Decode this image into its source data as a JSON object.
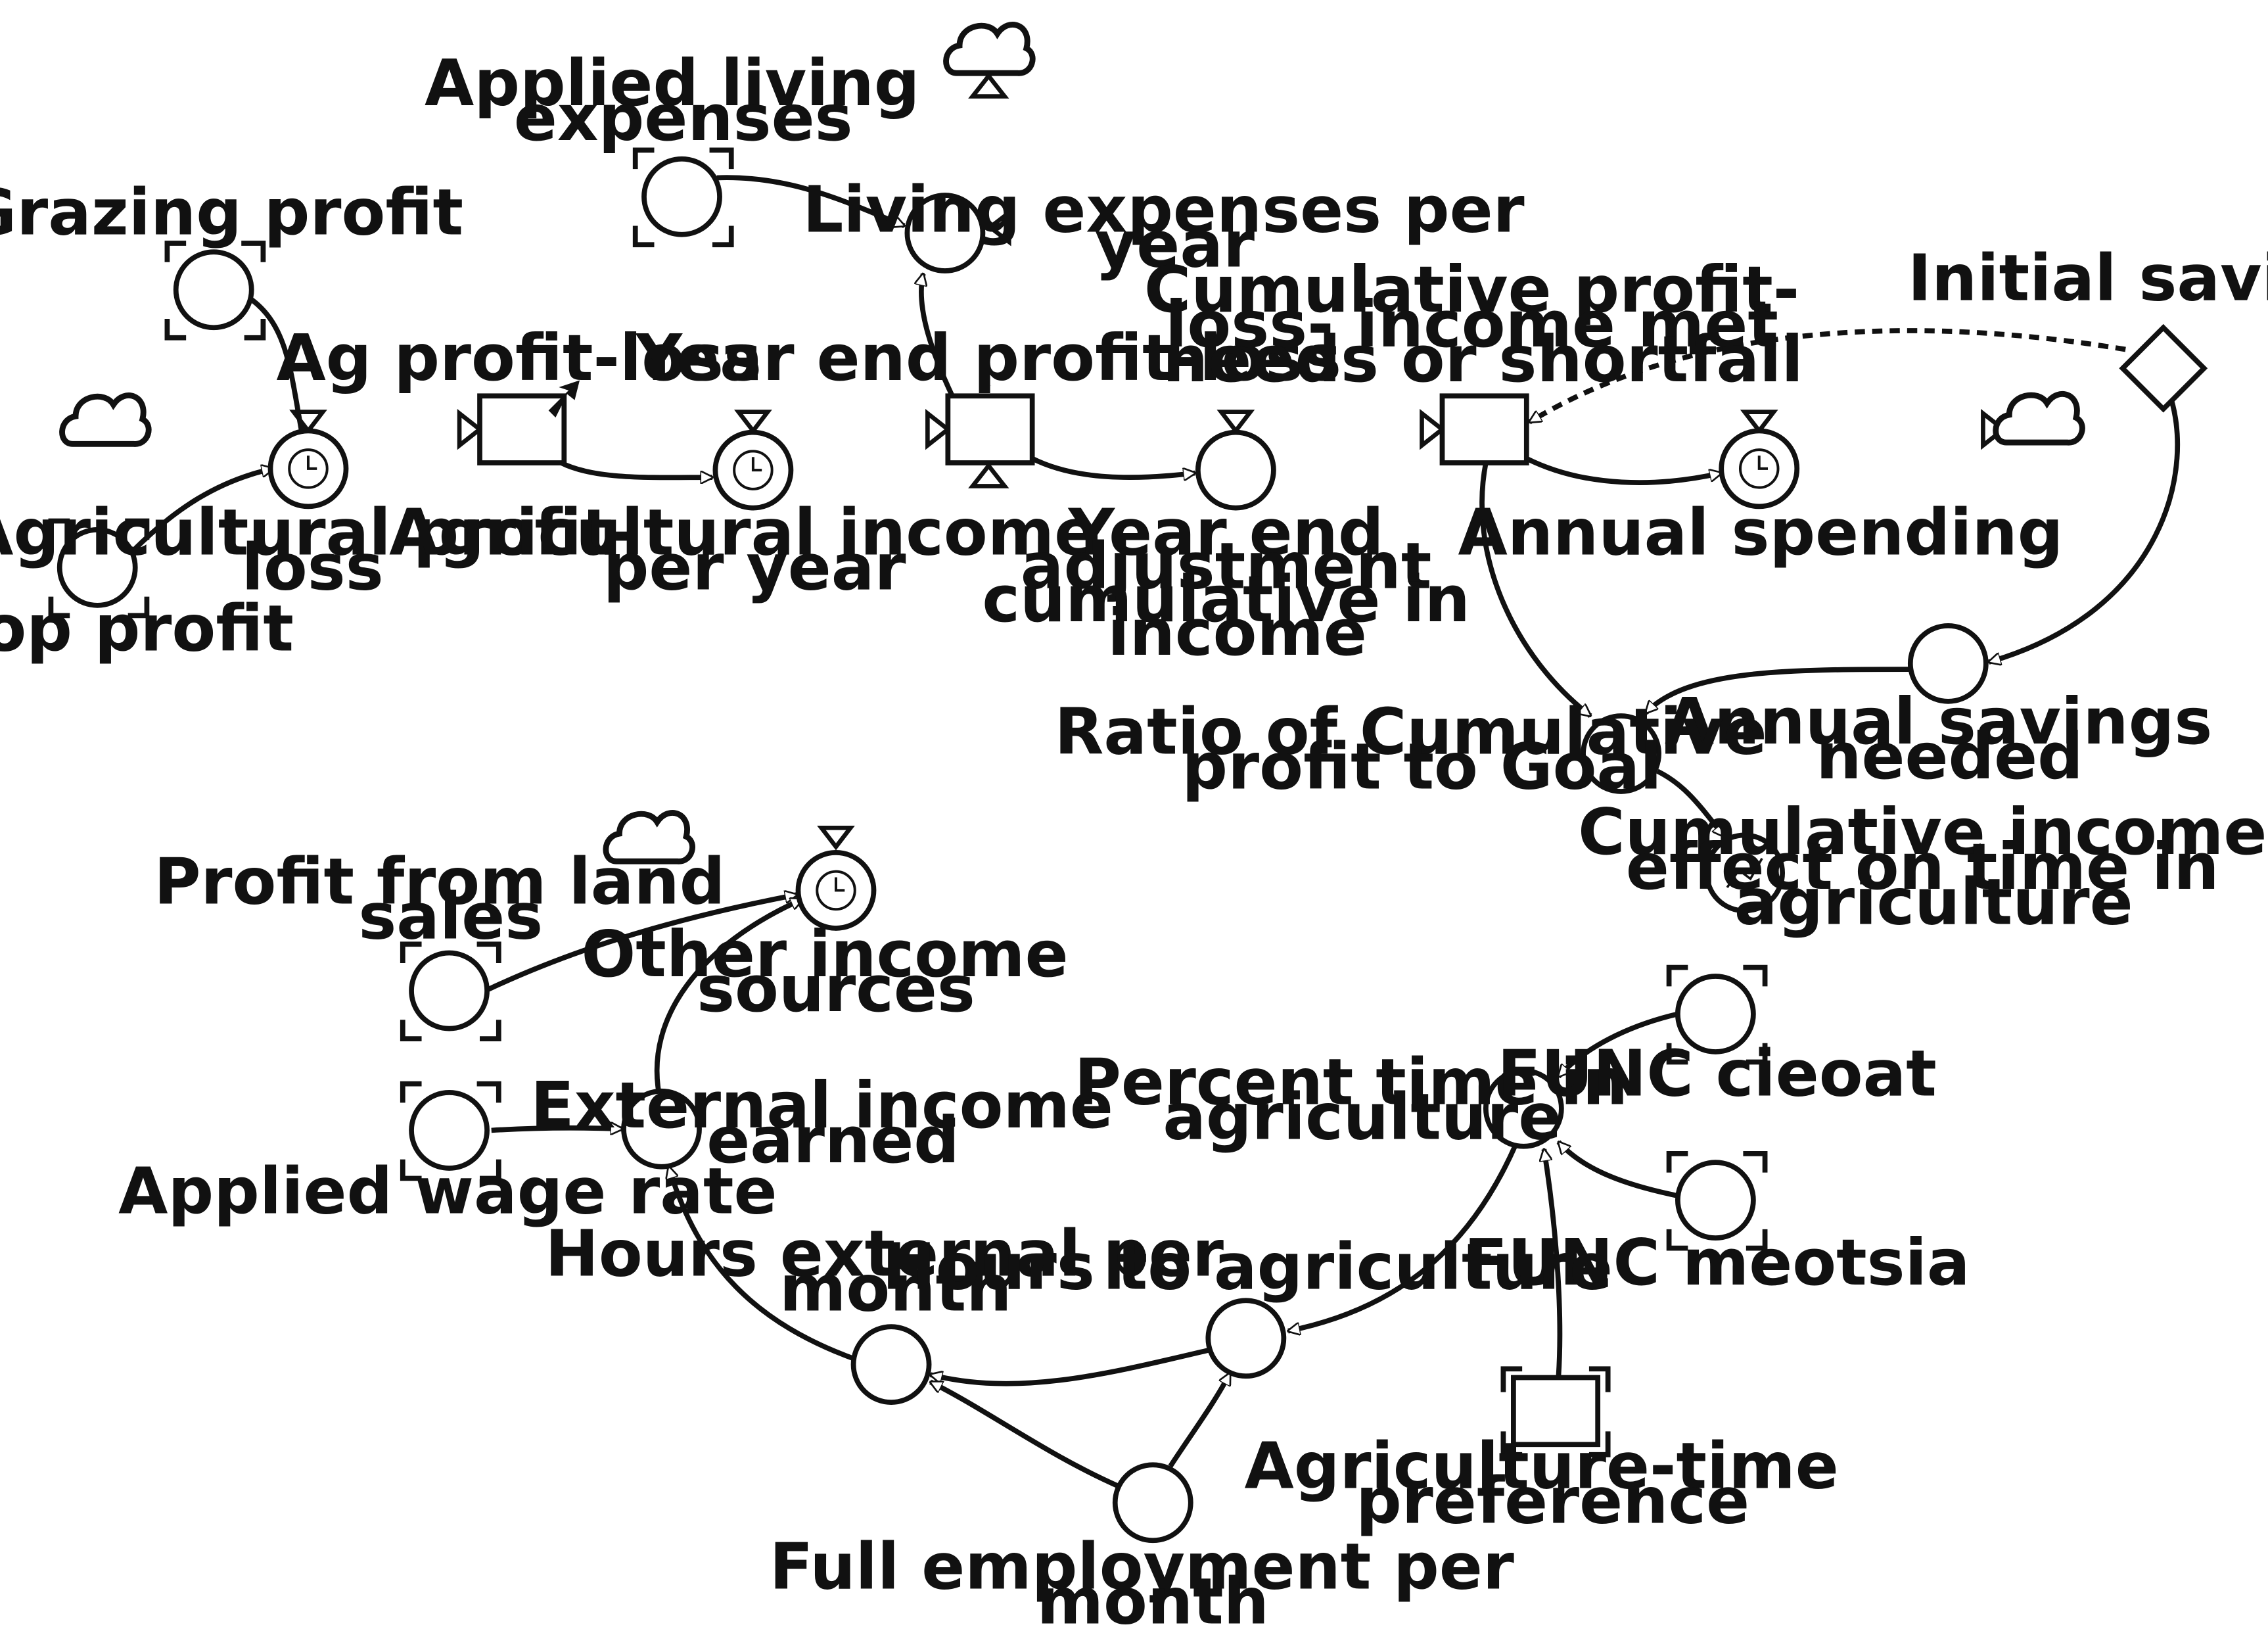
{
  "diagram": {
    "labels": {
      "grazing_profit": "Grazing profit",
      "crop_profit": "Crop profit",
      "agricultural_profit_loss": [
        "Agricultural profit-",
        "loss"
      ],
      "ag_profit_loss": "Ag profit-loss",
      "agricultural_income_per_year": [
        "Agricultural income",
        "per year"
      ],
      "applied_living_expenses": [
        "Applied living",
        "expenses"
      ],
      "living_expenses_per_year": [
        "Living expenses per",
        "year"
      ],
      "year_end_profit_loss": "Year end profit-loss",
      "year_end_adjustment": [
        "Year end",
        "adjustment",
        "cumulative in",
        "income"
      ],
      "cumulative_profit": [
        "Cumulative profit-",
        "loss- income met",
        "needs or shortfall"
      ],
      "initial_savings": "Initial savings",
      "annual_spending": "Annual spending",
      "annual_savings_needed": [
        "Annual savings",
        "needed"
      ],
      "ratio_cumulative_profit": [
        "Ratio of Cumulative",
        "profit to Goal"
      ],
      "cumulative_income_effect": [
        "Cumulative income",
        "effect on time in",
        "agriculture"
      ],
      "profit_from_land_sales": [
        "Profit from land",
        "sales"
      ],
      "other_income_sources": [
        "Other income",
        "sources"
      ],
      "applied_wage_rate": "Applied wage rate",
      "external_income_earned": [
        "External income",
        "earned"
      ],
      "percent_time_in_agriculture": [
        "Percent time in",
        "agriculture"
      ],
      "func_cieoat": "FUNC cieoat",
      "func_meotsia": "FUNC meotsia",
      "hours_external_per_month": [
        "Hours external per",
        "month"
      ],
      "hours_to_agriculture": "Hours to agriculture",
      "agriculture_time_preference": [
        "Agriculture-time",
        "preference"
      ],
      "full_employment_per_month": [
        "Full employment per",
        "month"
      ]
    },
    "element_types": {
      "stocks": [
        "ag_profit_loss",
        "year_end_profit_loss",
        "cumulative_profit"
      ],
      "flows": [
        "agricultural_profit_loss",
        "agricultural_income_per_year",
        "living_expenses_per_year",
        "year_end_adjustment",
        "annual_spending",
        "other_income_sources"
      ],
      "converters": [
        "grazing_profit",
        "crop_profit",
        "applied_living_expenses",
        "annual_savings_needed",
        "ratio_cumulative_profit",
        "cumulative_income_effect",
        "profit_from_land_sales",
        "applied_wage_rate",
        "external_income_earned",
        "percent_time_in_agriculture",
        "func_cieoat",
        "func_meotsia",
        "hours_external_per_month",
        "hours_to_agriculture",
        "full_employment_per_month"
      ],
      "constants": [
        "initial_savings",
        "agriculture_time_preference"
      ],
      "ghosts": [
        "grazing_profit",
        "crop_profit",
        "applied_living_expenses",
        "profit_from_land_sales",
        "applied_wage_rate",
        "func_cieoat",
        "func_meotsia",
        "agriculture_time_preference"
      ]
    },
    "colors": {
      "line": "#111111",
      "background": "#ffffff"
    }
  }
}
